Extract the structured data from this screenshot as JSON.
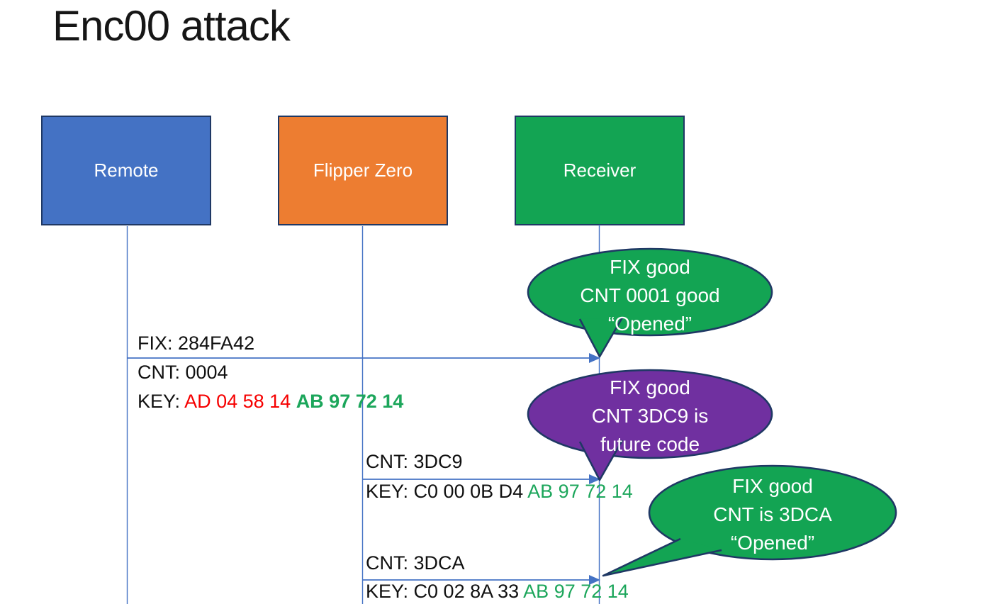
{
  "title": "Enc00 attack",
  "colors": {
    "actor_remote_fill": "#4472C4",
    "actor_flipper_fill": "#ED7D31",
    "actor_receiver_fill": "#13A453",
    "callout_green_fill": "#13A453",
    "callout_purple_fill": "#7030A0",
    "shape_border": "#1F3864",
    "connector_blue": "#4472C4",
    "key_red_text": "#F60000",
    "key_green_text": "#1CA65B",
    "text_black": "#111111",
    "text_white": "#FFFFFF"
  },
  "actors": {
    "remote": "Remote",
    "flipper": "Flipper Zero",
    "receiver": "Receiver"
  },
  "messages": {
    "m1": {
      "fix": "FIX: 284FA42",
      "cnt": "CNT: 0004",
      "key_label": "KEY: ",
      "key_red": "AD 04 58 14 ",
      "key_green": "AB 97 72 14"
    },
    "m2": {
      "cnt": "CNT: 3DC9",
      "key_black": "KEY: C0 00 0B D4 ",
      "key_green": "AB 97 72 14"
    },
    "m3": {
      "cnt": "CNT: 3DCA",
      "key_black": "KEY: C0 02 8A 33 ",
      "key_green": "AB 97 72 14"
    }
  },
  "callouts": {
    "c1": {
      "lines": [
        "FIX good",
        "CNT 0001 good",
        "“Opened”"
      ]
    },
    "c2": {
      "lines": [
        "FIX good",
        "CNT 3DC9 is",
        "future code"
      ]
    },
    "c3": {
      "lines": [
        "FIX good",
        "CNT is 3DCA",
        "“Opened”"
      ]
    }
  }
}
